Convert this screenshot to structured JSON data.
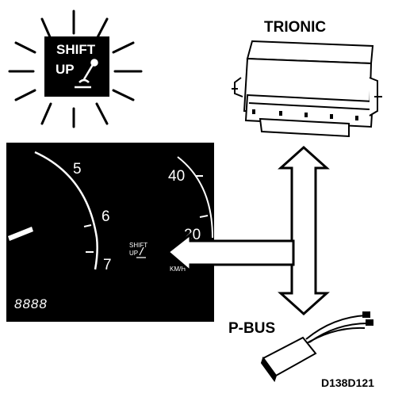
{
  "shift_lamp": {
    "line1": "SHIFT",
    "line2": "UP"
  },
  "ecu": {
    "label": "TRIONIC"
  },
  "tachometer": {
    "marks": [
      "5",
      "6",
      "7"
    ],
    "odometer": "8888"
  },
  "speedometer": {
    "marks": [
      "40",
      "20"
    ],
    "unit": "KM/H"
  },
  "cluster_indicator": {
    "line1": "SHIFT",
    "line2": "UP"
  },
  "bus": {
    "label": "P-BUS"
  },
  "figure_code": "D138D121",
  "colors": {
    "ink": "#000000",
    "paper": "#ffffff"
  }
}
